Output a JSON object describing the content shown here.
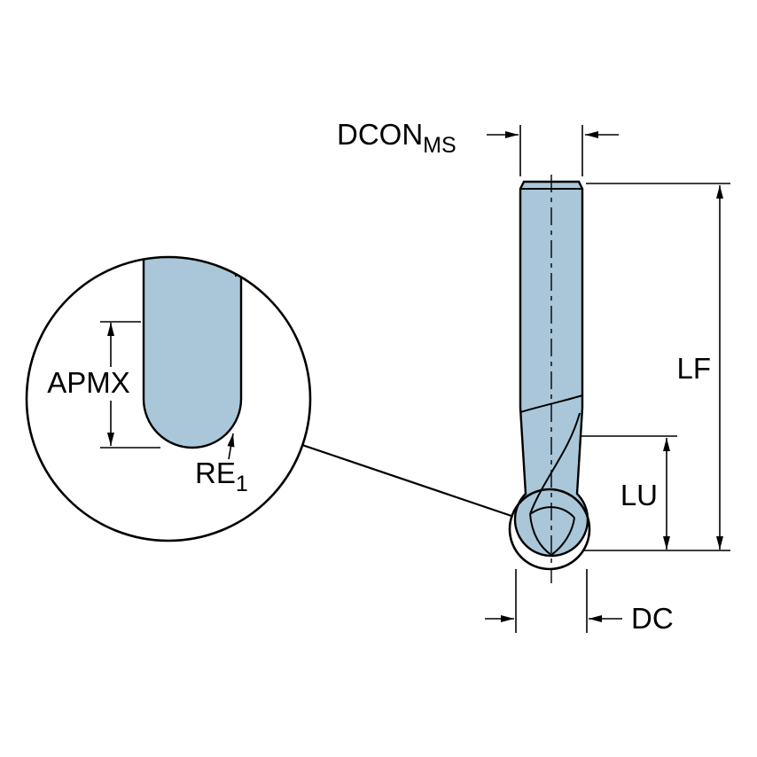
{
  "diagram": {
    "labels": {
      "dcon_main": "DCON",
      "dcon_sub": "MS",
      "lf": "LF",
      "lu": "LU",
      "dc": "DC",
      "apmx": "APMX",
      "re_main": "RE",
      "re_sub": "1"
    },
    "colors": {
      "tool_fill": "#a9c7d8",
      "outline": "#000000",
      "background": "#ffffff"
    }
  }
}
